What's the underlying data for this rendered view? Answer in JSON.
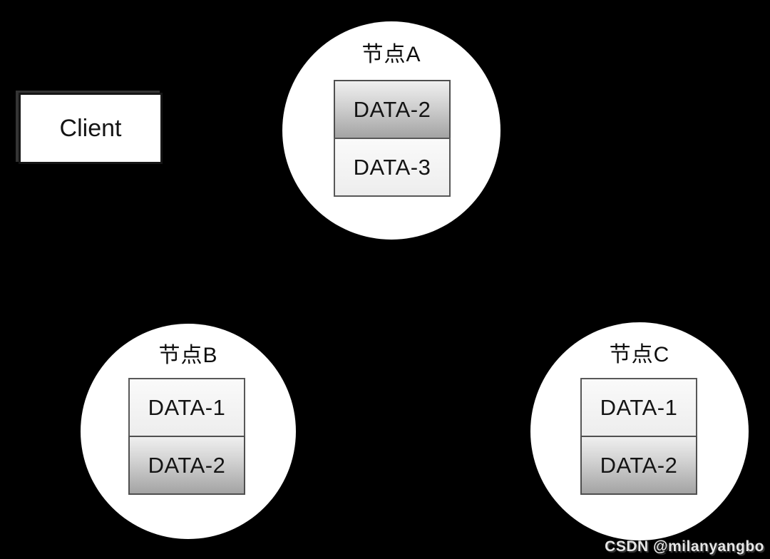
{
  "client": {
    "label": "Client"
  },
  "nodes": [
    {
      "id": "node-a",
      "title": "节点A",
      "items": [
        {
          "label": "DATA-2",
          "style": "shaded"
        },
        {
          "label": "DATA-3",
          "style": "light"
        }
      ]
    },
    {
      "id": "node-b",
      "title": "节点B",
      "items": [
        {
          "label": "DATA-1",
          "style": "light"
        },
        {
          "label": "DATA-2",
          "style": "shaded"
        }
      ]
    },
    {
      "id": "node-c",
      "title": "节点C",
      "items": [
        {
          "label": "DATA-1",
          "style": "light"
        },
        {
          "label": "DATA-2",
          "style": "shaded"
        }
      ]
    }
  ],
  "watermark": {
    "text": "CSDN @milanyangbo"
  },
  "colors": {
    "bg": "#000000",
    "circle_fill": "#ffffff",
    "box_border": "#4f4f4f",
    "text": "#141414",
    "watermark": "#e6e6e6",
    "shaded_gradient_top": "#efefef",
    "shaded_gradient_bottom": "#a4a4a4",
    "light_gradient_top": "#fafafa",
    "light_gradient_bottom": "#ededed"
  }
}
